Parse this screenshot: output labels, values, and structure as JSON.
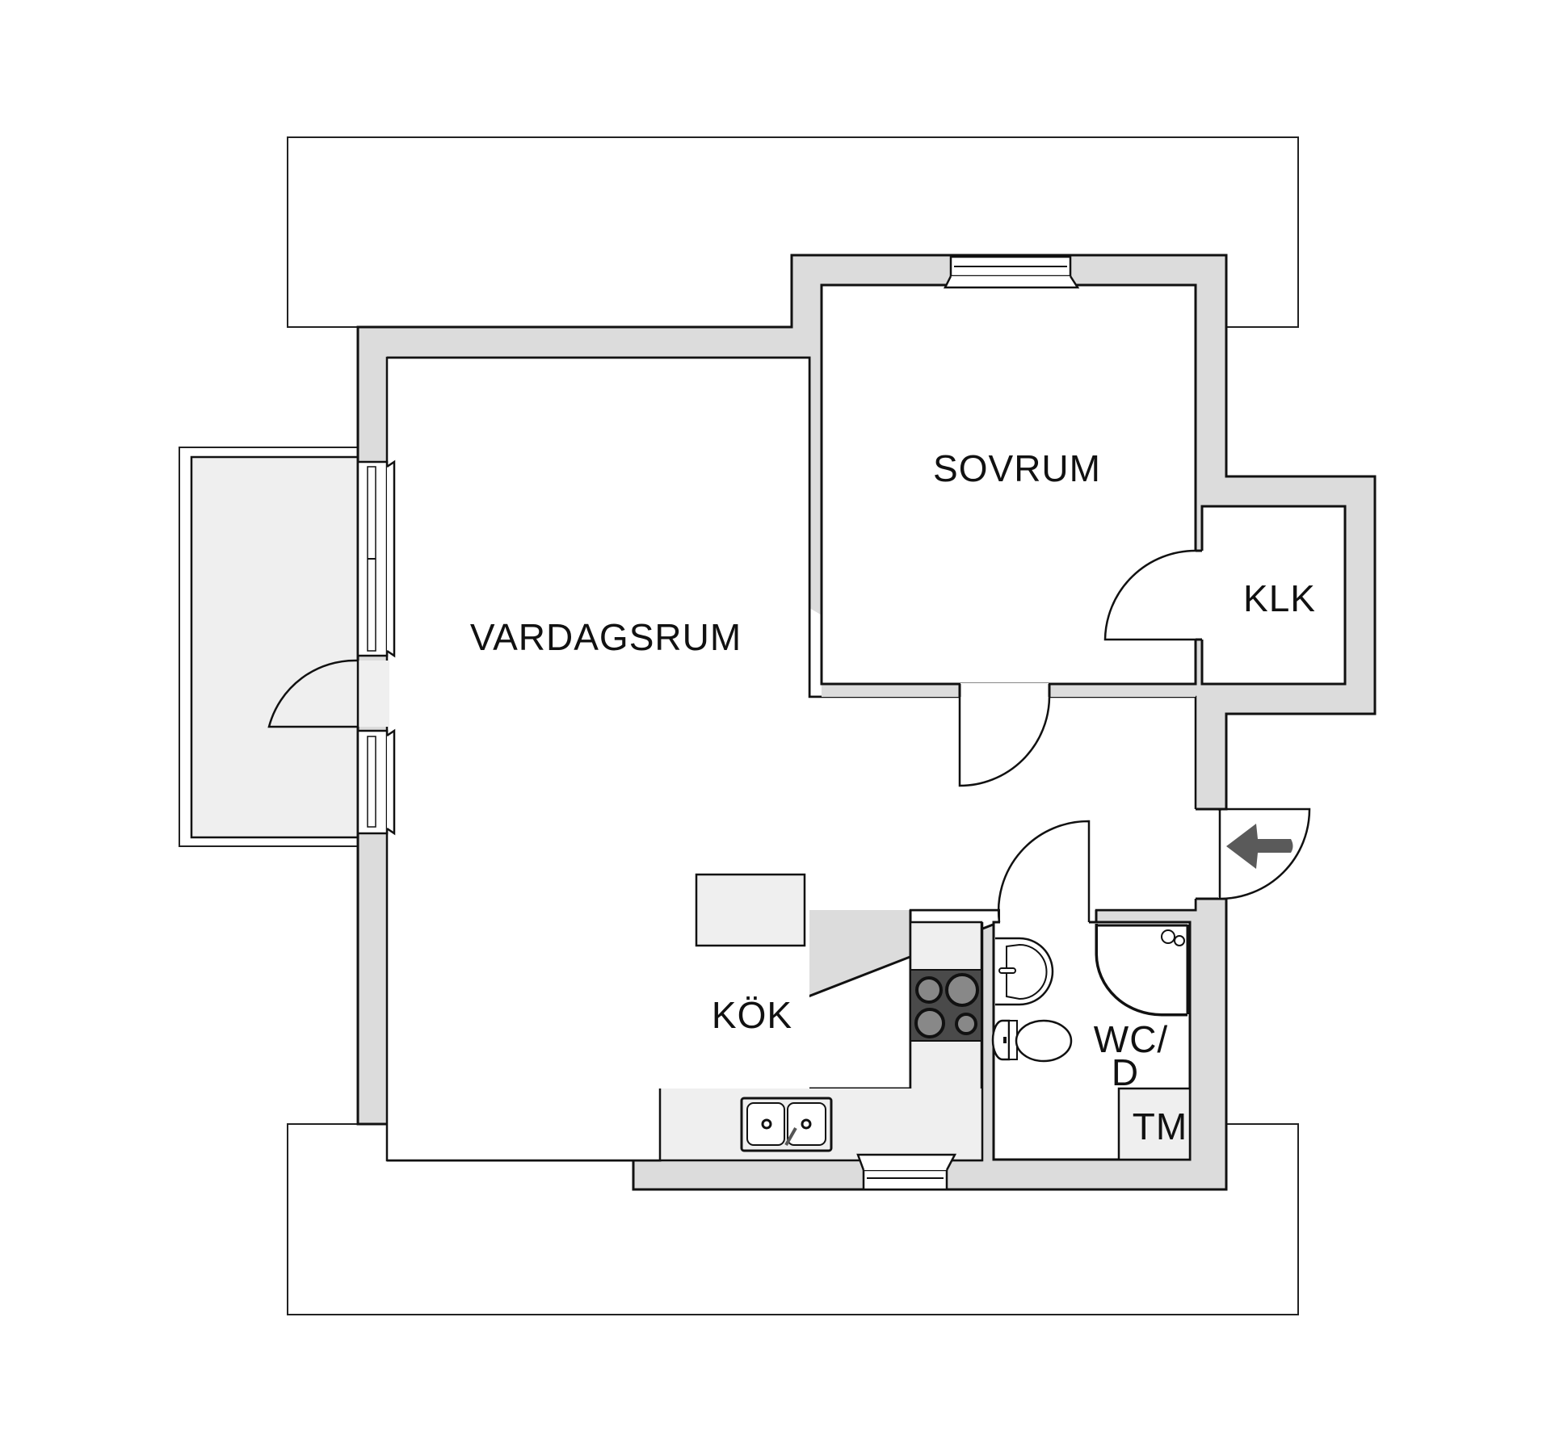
{
  "floorplan": {
    "title": "",
    "colors": {
      "wall": "#dcdcdc",
      "furniture": "#efefef",
      "stove": "#4a4a4a",
      "entrance_arrow": "#5a5a5a",
      "line": "#111111"
    },
    "rooms": [
      {
        "id": "vardagsrum",
        "label": "VARDAGSRUM"
      },
      {
        "id": "sovrum",
        "label": "SOVRUM"
      },
      {
        "id": "klk",
        "label": "KLK"
      },
      {
        "id": "kok",
        "label": "KÖK"
      },
      {
        "id": "wc",
        "label_line1": "WC/",
        "label_line2": "D"
      },
      {
        "id": "tm",
        "label": "TM"
      }
    ],
    "symbols": [
      "balcony",
      "roof-overhang-top",
      "roof-overhang-bottom",
      "window",
      "door-swing",
      "entrance-arrow",
      "kitchen-island",
      "stove",
      "double-sink",
      "washbasin",
      "toilet",
      "shower-corner"
    ]
  }
}
